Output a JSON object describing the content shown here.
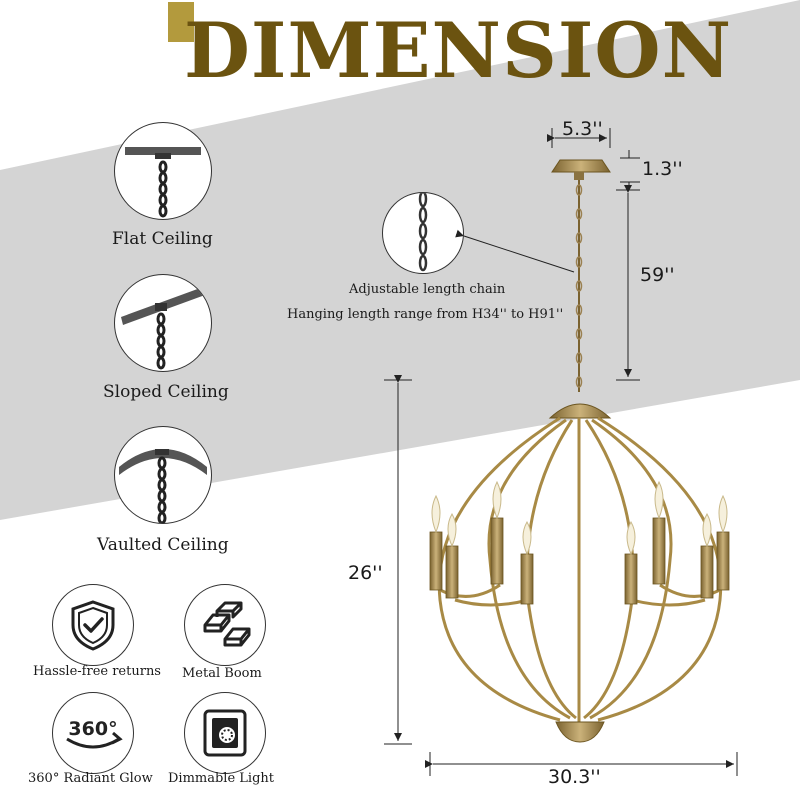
{
  "header": {
    "title": "DIMENSION"
  },
  "ceilings": [
    {
      "label": "Flat Ceiling",
      "icon": "flat-ceiling-icon"
    },
    {
      "label": "Sloped Ceiling",
      "icon": "sloped-ceiling-icon"
    },
    {
      "label": "Vaulted Ceiling",
      "icon": "vaulted-ceiling-icon"
    }
  ],
  "features": [
    {
      "label": "Hassle-free returns",
      "icon": "shield-check-icon"
    },
    {
      "label": "Metal Boom",
      "icon": "metal-bars-icon"
    },
    {
      "label": "360° Radiant Glow",
      "icon": "360-rotate-icon"
    },
    {
      "label": "Dimmable Light",
      "icon": "dimmer-switch-icon"
    }
  ],
  "feature_icon_text": {
    "rotate": "360°"
  },
  "chain_note": {
    "line1": "Adjustable length chain",
    "line2": "Hanging length range from H34'' to H91''"
  },
  "dimensions": {
    "canopy_width": "5.3''",
    "canopy_height": "1.3''",
    "chain_length": "59''",
    "body_height": "26''",
    "body_width": "30.3''"
  },
  "colors": {
    "brand": "#6b5310",
    "gold": "#b39a3d",
    "band": "#d4d4d4",
    "brass": "#a88a45"
  }
}
